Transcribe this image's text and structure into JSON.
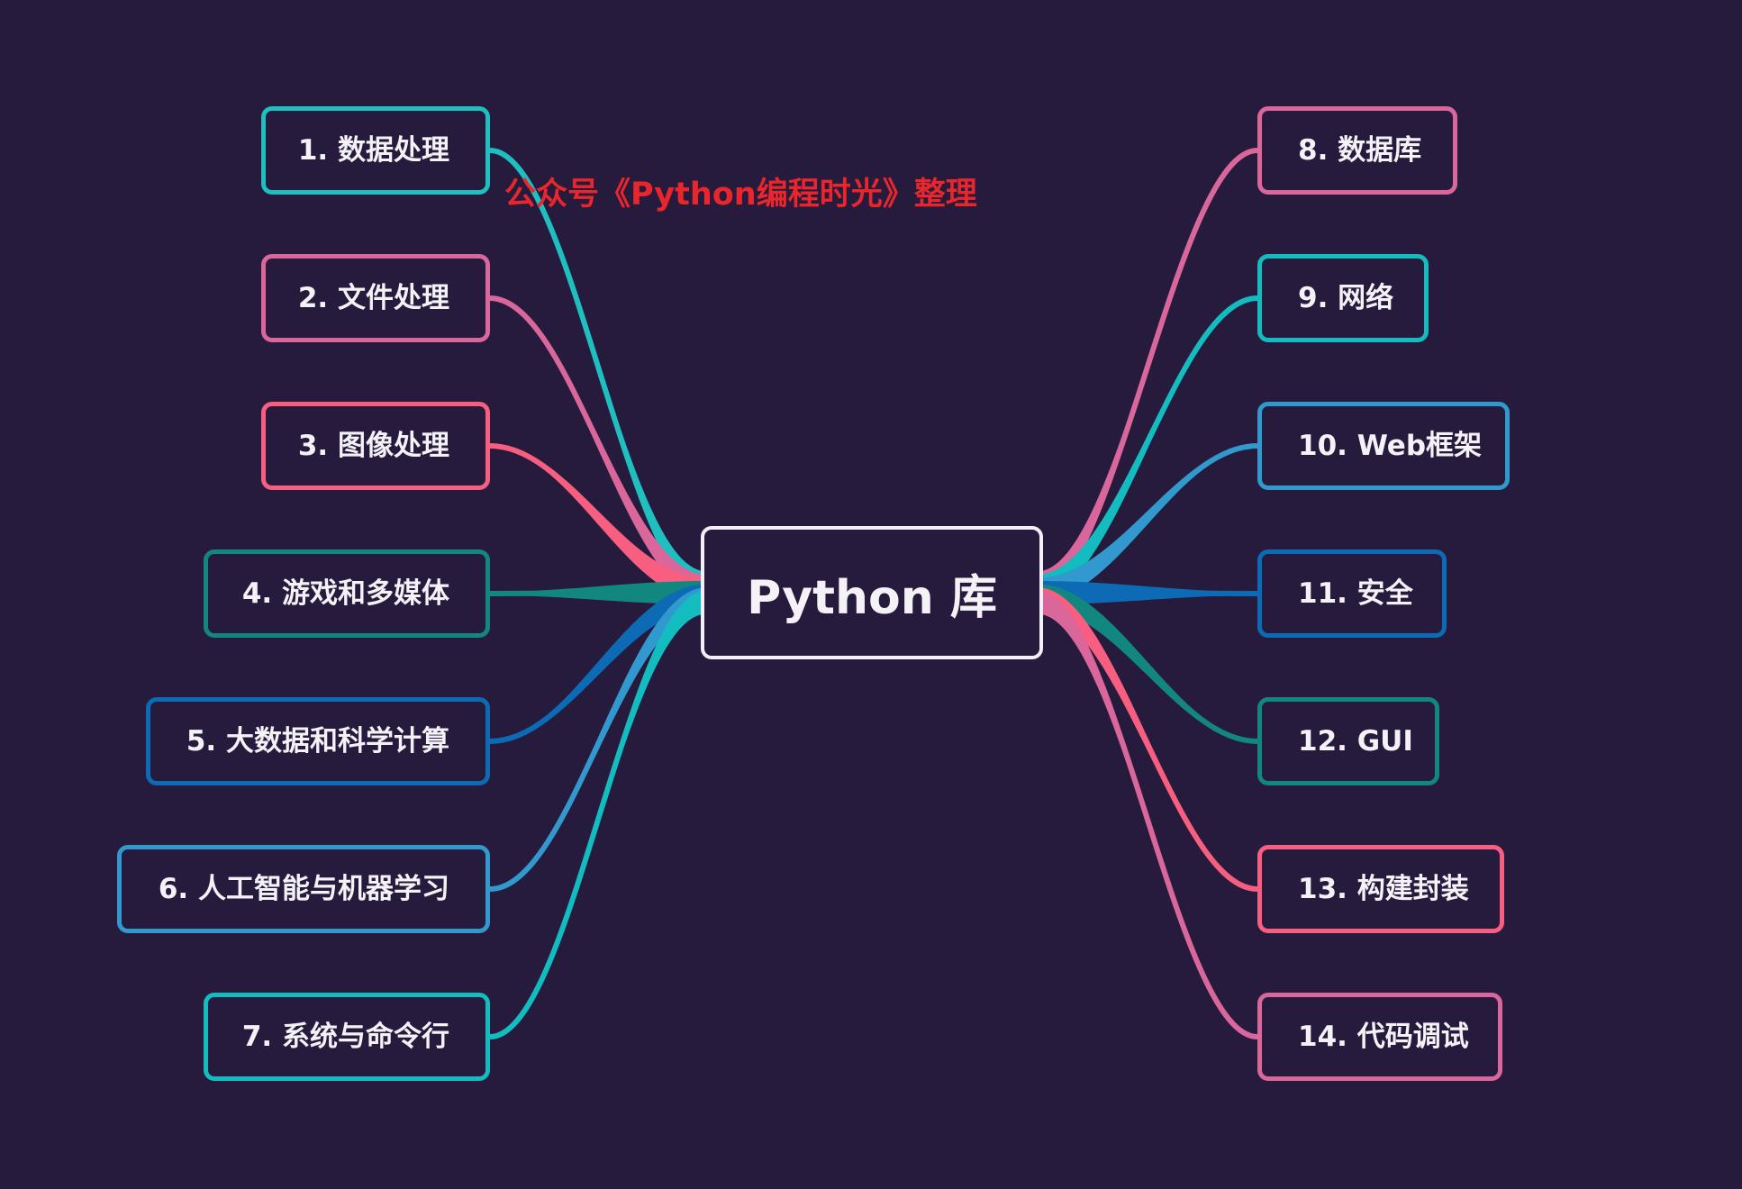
{
  "watermark": "公众号《Python编程时光》整理",
  "center": {
    "label": "Python 库"
  },
  "branches": [
    {
      "label": "1. 数据处理",
      "side": "left",
      "color": "#1fbfbf"
    },
    {
      "label": "2. 文件处理",
      "side": "left",
      "color": "#d9679b"
    },
    {
      "label": "3. 图像处理",
      "side": "left",
      "color": "#f85e7f"
    },
    {
      "label": "4. 游戏和多媒体",
      "side": "left",
      "color": "#11877f"
    },
    {
      "label": "5. 大数据和科学计算",
      "side": "left",
      "color": "#0c6bb4"
    },
    {
      "label": "6. 人工智能与机器学习",
      "side": "left",
      "color": "#3199cd"
    },
    {
      "label": "7. 系统与命令行",
      "side": "left",
      "color": "#13bcbf"
    },
    {
      "label": "8. 数据库",
      "side": "right",
      "color": "#d9679b"
    },
    {
      "label": "9. 网络",
      "side": "right",
      "color": "#13bcbf"
    },
    {
      "label": "10. Web框架",
      "side": "right",
      "color": "#3199cd"
    },
    {
      "label": "11. 安全",
      "side": "right",
      "color": "#0c6bb4"
    },
    {
      "label": "12. GUI",
      "side": "right",
      "color": "#11877f"
    },
    {
      "label": "13. 构建封装",
      "side": "right",
      "color": "#f85e7f"
    },
    {
      "label": "14. 代码调试",
      "side": "right",
      "color": "#d9679b"
    }
  ]
}
